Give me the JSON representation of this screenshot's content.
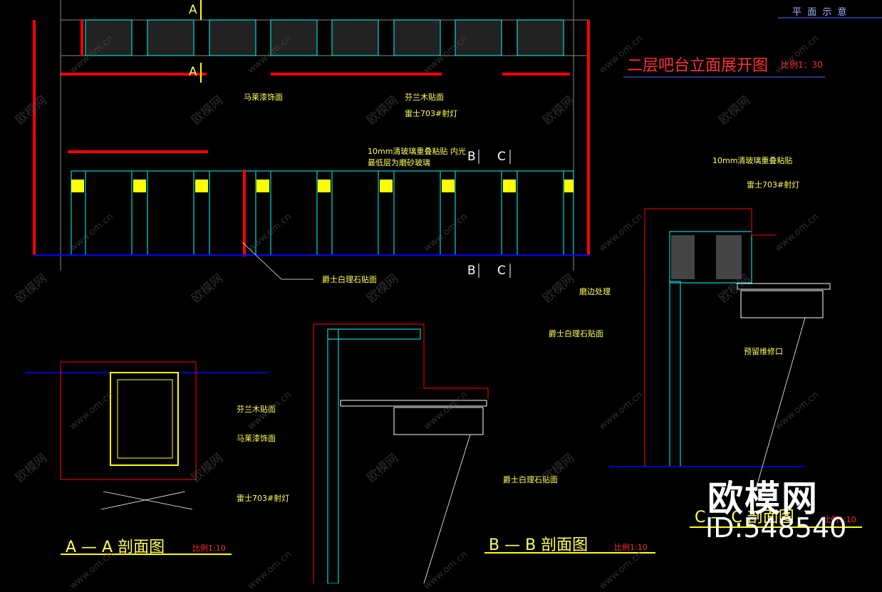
{
  "header": {
    "plan_label": "平 面 示 意"
  },
  "elevation": {
    "title": "二层吧台立面展开图",
    "scale": "比例1：30",
    "marks": {
      "a_top": "A",
      "a_mid": "A",
      "b_top": "B",
      "c_top": "C",
      "b_bot": "B",
      "c_bot": "C"
    },
    "labels": {
      "marlene_paint": "马莱漆饰面",
      "finland_wood": "芬兰木贴面",
      "lei_light": "雷士703#射灯",
      "glass_line1": "10mm清玻璃重叠粘贴  内光",
      "glass_line2": "最低层为磨砂玻璃",
      "marble": "爵士白理石贴面"
    }
  },
  "section_a": {
    "title": "A — A 剖面图",
    "scale": "比例1:10",
    "labels": {
      "finland_wood": "芬兰木贴面",
      "marlene_paint": "马莱漆饰面",
      "lei_light": "雷士703#射灯"
    }
  },
  "section_b": {
    "title": "B — B 剖面图",
    "scale": "比例1:10",
    "labels": {
      "marble": "爵士白理石贴面"
    }
  },
  "section_c": {
    "title": "C — C 剖面图",
    "scale": "比例1:10",
    "labels": {
      "glass": "10mm清玻璃重叠粘贴",
      "lei_light": "雷士703#射灯",
      "edge": "磨边处理",
      "marble": "爵士白理石贴面",
      "repair": "预留维修口"
    }
  },
  "watermark": {
    "site": "www.om.cn",
    "brand": "欧模网",
    "logo": "欧模网",
    "id": "ID:548540"
  },
  "colors": {
    "red": "#ff0000",
    "cyan": "#00ffff",
    "yellow": "#ffff00",
    "blue": "#0000ff",
    "white": "#ffffff"
  }
}
